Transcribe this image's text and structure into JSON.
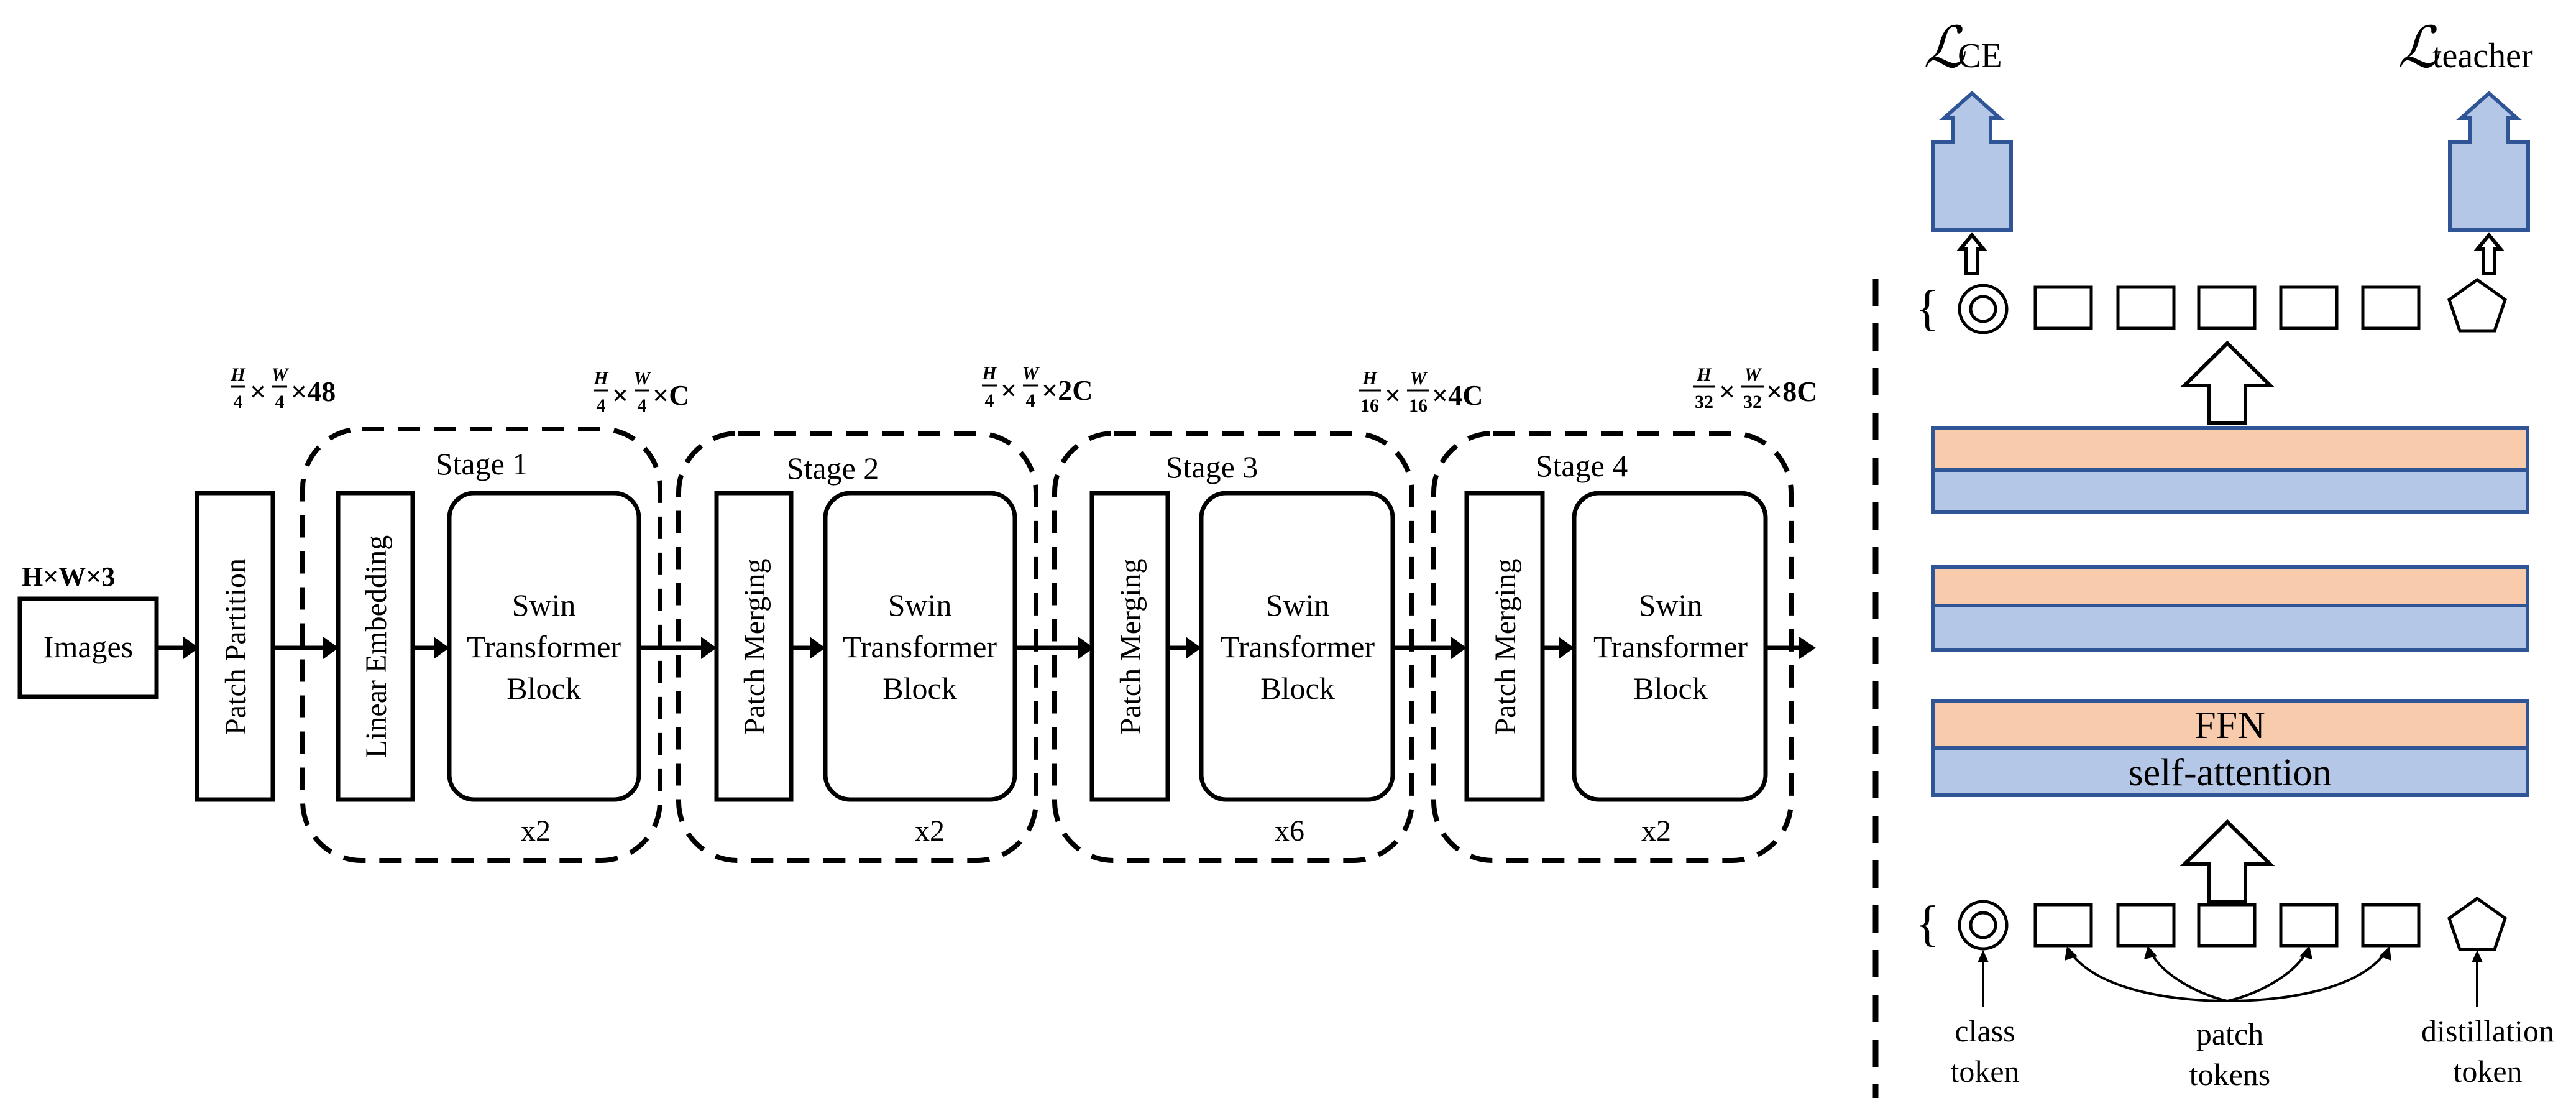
{
  "input": {
    "dims": "H×W×3",
    "label": "Images"
  },
  "patch_partition": {
    "label": "Patch Partition",
    "dims": "×48"
  },
  "stages": [
    {
      "title": "Stage 1",
      "first_block": "Linear Embedding",
      "block_line1": "Swin",
      "block_line2": "Transformer",
      "block_line3": "Block",
      "repeat": "x2",
      "dims": "×C"
    },
    {
      "title": "Stage 2",
      "first_block": "Patch Merging",
      "block_line1": "Swin",
      "block_line2": "Transformer",
      "block_line3": "Block",
      "repeat": "x2",
      "dims": "×2C"
    },
    {
      "title": "Stage 3",
      "first_block": "Patch Merging",
      "block_line1": "Swin",
      "block_line2": "Transformer",
      "block_line3": "Block",
      "repeat": "x6",
      "dims": "×4C"
    },
    {
      "title": "Stage 4",
      "first_block": "Patch Merging",
      "block_line1": "Swin",
      "block_line2": "Transformer",
      "block_line3": "Block",
      "repeat": "x2",
      "dims": "×8C"
    }
  ],
  "fractions": {
    "h": "H",
    "w": "W",
    "d4": "4",
    "d16": "16",
    "d32": "32",
    "times": "×"
  },
  "right_panel": {
    "loss_ce_symbol": "ℒ",
    "loss_ce_sub": "CE",
    "loss_teacher_symbol": "ℒ",
    "loss_teacher_sub": "teacher",
    "ffn_label": "FFN",
    "attention_label": "self-attention",
    "class_token_line1": "class",
    "class_token_line2": "token",
    "patch_tokens_line1": "patch",
    "patch_tokens_line2": "tokens",
    "distill_token_line1": "distillation",
    "distill_token_line2": "token",
    "brace": "{"
  },
  "colors": {
    "attention_fill": "#b4c7e7",
    "ffn_fill": "#f8cbad",
    "layer_border": "#2f5597"
  }
}
